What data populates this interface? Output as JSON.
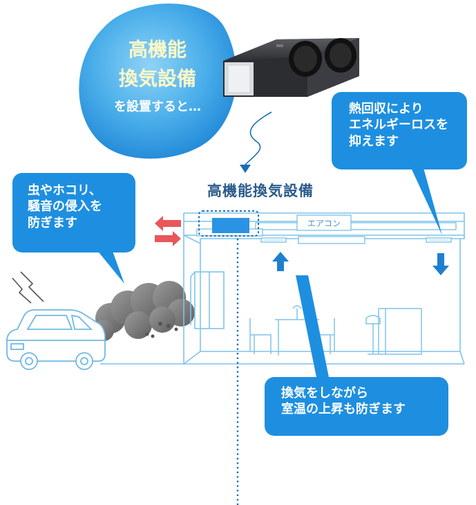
{
  "hero": {
    "line1": "高機能",
    "line2": "換気設備",
    "line3": "を設置すると…"
  },
  "device_caption": "高機能換気設備",
  "aircon_label": "エアコン",
  "callouts": {
    "heat_recovery": [
      "熱回収により",
      "エネルギーロスを",
      "抑えます"
    ],
    "dust_noise": [
      "虫やホコリ、",
      "騒音の侵入を",
      "防ぎます"
    ],
    "temperature": [
      "換気をしながら",
      "室温の上昇も防ぎます"
    ]
  },
  "colors": {
    "callout_blue": "#1e8fe0",
    "hero_blue": "#3ea6e6",
    "line_blue": "#7fc4ea",
    "red_arrow": "#e8575a",
    "dotted_blue": "#1a6fb3"
  },
  "icons": [
    "lightning-icon",
    "car-icon",
    "exhaust-cloud-icon",
    "ventilation-unit-icon",
    "arrow-up-icon",
    "arrow-down-icon",
    "exchange-arrows-icon"
  ]
}
